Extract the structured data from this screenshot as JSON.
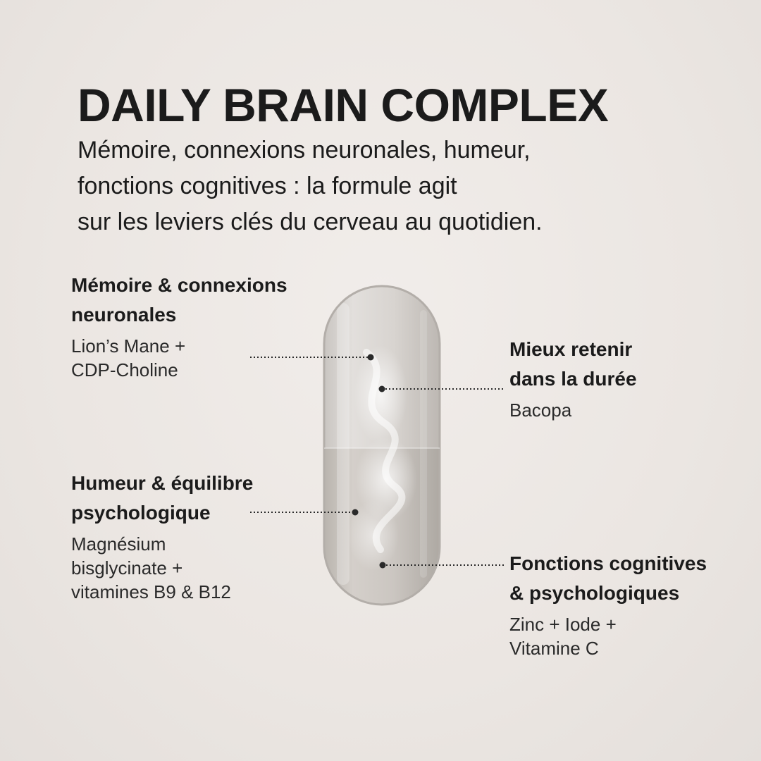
{
  "header": {
    "title": "DAILY BRAIN COMPLEX",
    "subtitle_lines": [
      "Mémoire, connexions neuronales, humeur,",
      "fonctions cognitives : la formule agit",
      "sur les leviers clés du cerveau au quotidien."
    ]
  },
  "callouts": {
    "memory": {
      "heading_lines": [
        "Mémoire & connexions",
        "neuronales"
      ],
      "body_lines": [
        "Lion’s Mane +",
        "CDP-Choline"
      ]
    },
    "retain": {
      "heading_lines": [
        "Mieux retenir",
        "dans la durée"
      ],
      "body_lines": [
        "Bacopa"
      ]
    },
    "mood": {
      "heading_lines": [
        "Humeur & équilibre",
        "psychologique"
      ],
      "body_lines": [
        "Magnésium",
        "bisglycinate +",
        "vitamines B9 & B12"
      ]
    },
    "cognitive": {
      "heading_lines": [
        "Fonctions cognitives",
        "& psychologiques"
      ],
      "body_lines": [
        "Zinc + Iode +",
        "Vitamine C"
      ]
    }
  },
  "colors": {
    "background": "#ece7e3",
    "text": "#1b1b1b",
    "capsule_top": "#d9d5d1",
    "capsule_bottom": "#c9c4bf",
    "leader_line": "#2a2a2a"
  },
  "icons": {
    "capsule": "capsule-illustration"
  }
}
